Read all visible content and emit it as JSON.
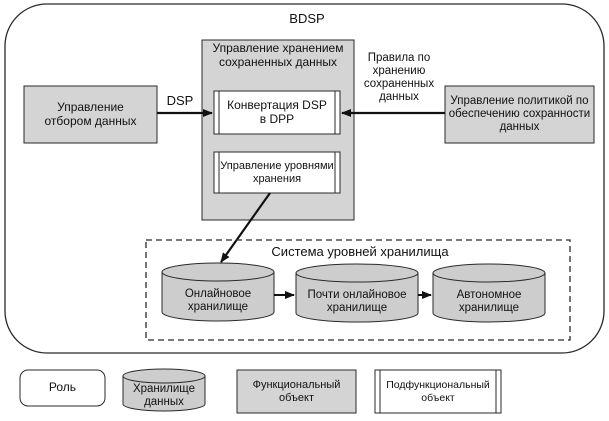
{
  "diagram": {
    "title": "BDSP",
    "nodes": {
      "data_selection": "Управление\nотбором данных",
      "storage_management": "Управление хранением\nсохраненных данных",
      "dsp_conversion": "Конвертация DSP\nв DPP",
      "level_management": "Управление уровнями\nхранения",
      "retention_policy": "Управление политикой по\nобеспечению сохранности\nданных",
      "tier_system": "Система уровней хранилища",
      "online_storage": "Онлайновое\nхранилище",
      "nearline_storage": "Почти онлайновое\nхранилище",
      "offline_storage": "Автономное\nхранилище"
    },
    "edges": {
      "dsp_label": "DSP",
      "rules_label": "Правила по\nхранению\nсохраненных\nданных"
    }
  },
  "legend": {
    "role": "Роль",
    "storage": "Хранилище\nданных",
    "functional": "Функциональный\nобъект",
    "subfunctional": "Подфункциональный\nобъект"
  },
  "colors": {
    "functional_fill": "#d4d4d4",
    "storage_fill": "#cdcdcd",
    "stroke": "#2a2a2a",
    "sub_fill": "#ffffff"
  }
}
